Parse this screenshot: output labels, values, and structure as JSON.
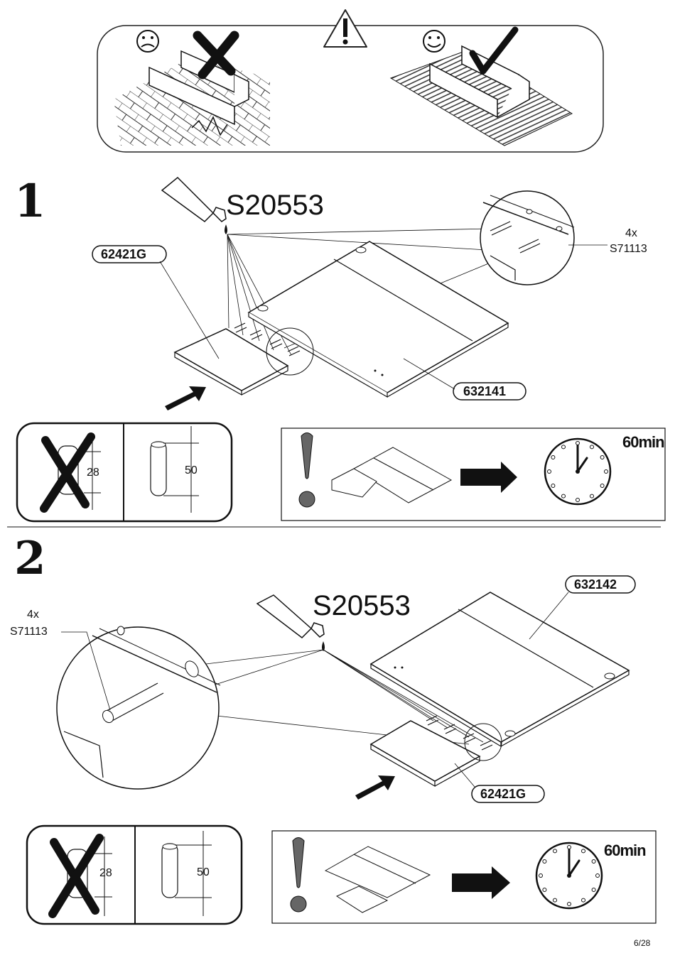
{
  "warning": {
    "icon": "exclamation-triangle-icon",
    "bad_icon": "sad-face-icon",
    "good_icon": "smiley-face-icon"
  },
  "step1": {
    "number": "1",
    "glue": "S20553",
    "dowel_qty": "4x",
    "dowel_code": "S71113",
    "panel_a": "62421G",
    "panel_b": "632141",
    "wrong_length": "28",
    "right_length": "50",
    "dry_time": "60min"
  },
  "step2": {
    "number": "2",
    "glue": "S20553",
    "dowel_qty": "4x",
    "dowel_code": "S71113",
    "panel_a": "632142",
    "panel_b": "62421G",
    "wrong_length": "28",
    "right_length": "50",
    "dry_time": "60min"
  },
  "page_number": "6/28"
}
